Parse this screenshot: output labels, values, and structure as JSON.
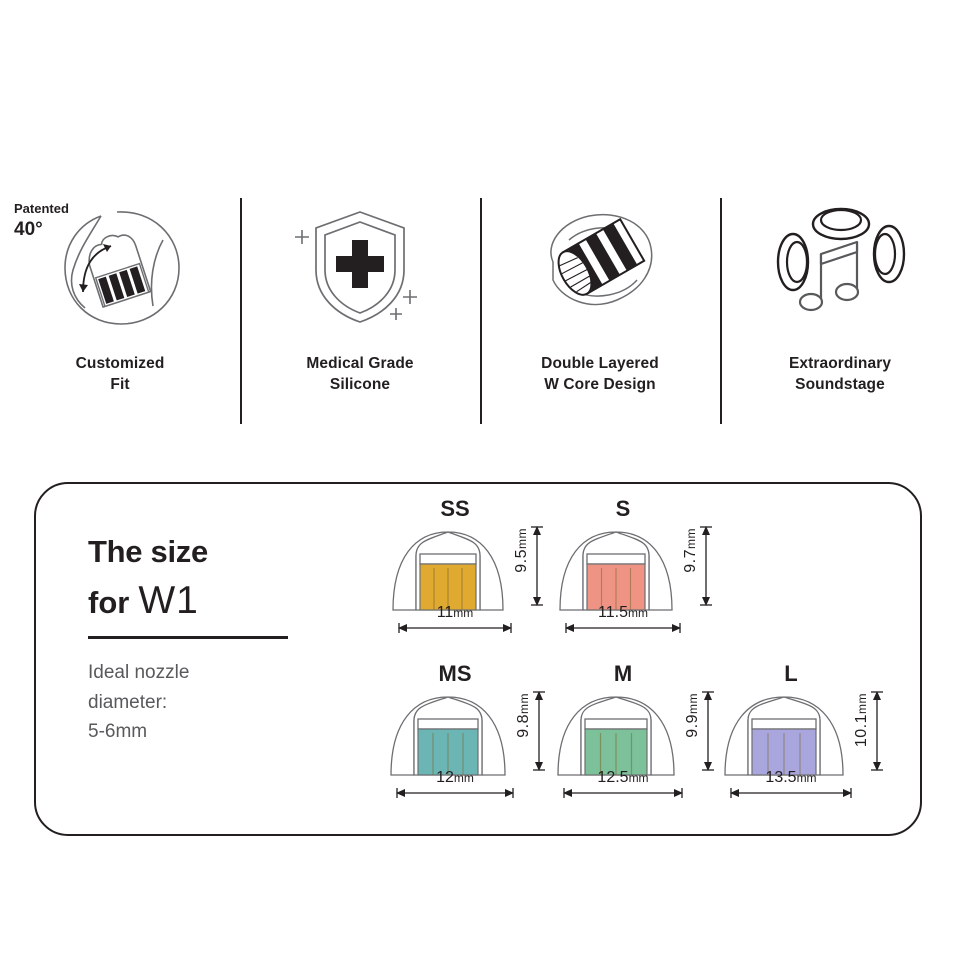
{
  "features": [
    {
      "icon": "ear-fit-angle-icon",
      "badge_line1": "Patented",
      "badge_line2": "40°",
      "caption_line1": "Customized",
      "caption_line2": "Fit"
    },
    {
      "icon": "medical-shield-cross-icon",
      "caption_line1": "Medical Grade",
      "caption_line2": "Silicone"
    },
    {
      "icon": "double-layer-core-icon",
      "caption_line1": "Double Layered",
      "caption_line2": "W Core Design"
    },
    {
      "icon": "music-note-speakers-icon",
      "caption_line1": "Extraordinary",
      "caption_line2": "Soundstage"
    }
  ],
  "size_panel": {
    "title_line1": "The size",
    "title_prefix": "for",
    "model": "W1",
    "note_line1": "Ideal nozzle",
    "note_line2": "diameter:",
    "note_line3": "5-6mm",
    "unit": "mm",
    "tips": [
      {
        "size": "SS",
        "width": "11",
        "height": "9.5",
        "color": "#e0a930",
        "core_w": 56
      },
      {
        "size": "S",
        "width": "11.5",
        "height": "9.7",
        "color": "#ef9484",
        "core_w": 58
      },
      {
        "size": "MS",
        "width": "12",
        "height": "9.8",
        "color": "#6bb6b4",
        "core_w": 60
      },
      {
        "size": "M",
        "width": "12.5",
        "height": "9.9",
        "color": "#7cc199",
        "core_w": 62
      },
      {
        "size": "L",
        "width": "13.5",
        "height": "10.1",
        "color": "#a9a6de",
        "core_w": 64
      }
    ]
  },
  "colors": {
    "ink": "#231f20",
    "outline": "#6d6e71",
    "note": "#58595b"
  }
}
